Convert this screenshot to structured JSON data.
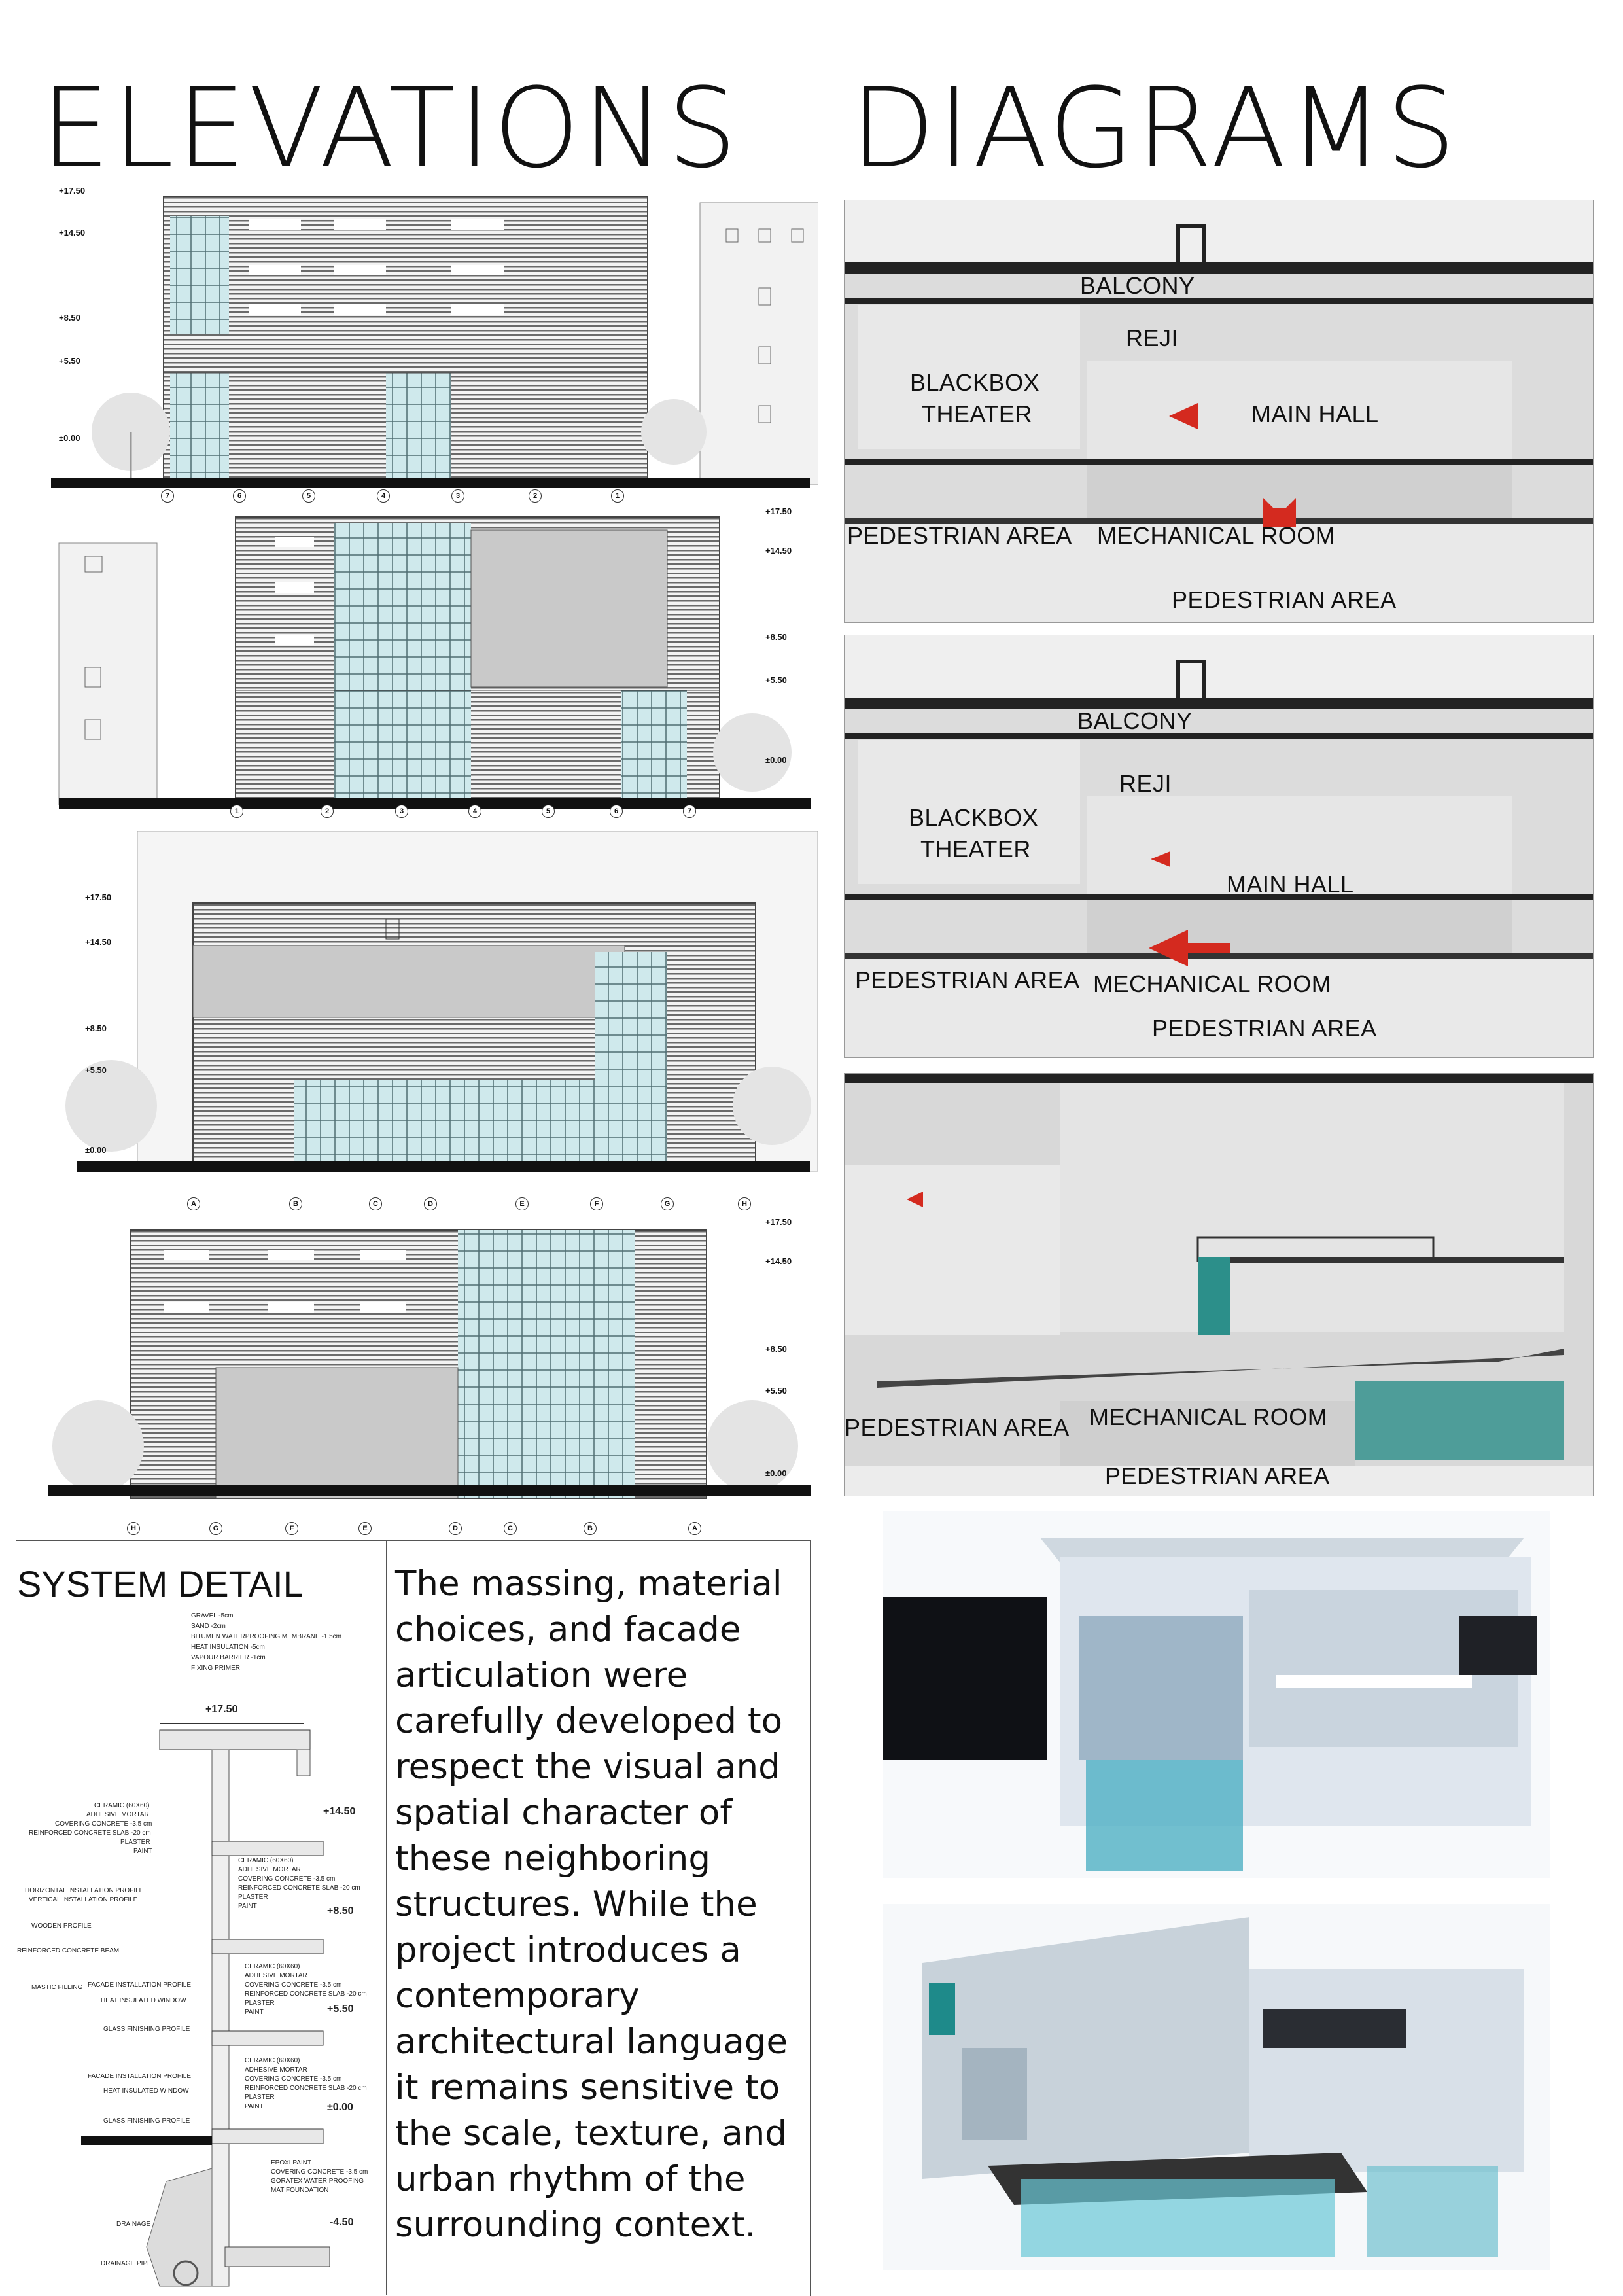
{
  "titles": {
    "elevations": "ELEVATIONS",
    "diagrams": "DIAGRAMS"
  },
  "elevation1": {
    "levels": [
      "+17.50",
      "+14.50",
      "+8.50",
      "+5.50",
      "±0.00"
    ],
    "grid": [
      "7",
      "6",
      "5",
      "4",
      "3",
      "2",
      "1"
    ]
  },
  "elevation2": {
    "levels": [
      "+17.50",
      "+14.50",
      "+8.50",
      "+5.50",
      "±0.00"
    ],
    "grid": [
      "1",
      "2",
      "3",
      "4",
      "5",
      "6",
      "7"
    ]
  },
  "elevation3": {
    "levels": [
      "+17.50",
      "+14.50",
      "+8.50",
      "+5.50",
      "±0.00"
    ],
    "grid": [
      "A",
      "B",
      "C",
      "D",
      "E",
      "F",
      "G",
      "H"
    ]
  },
  "elevation4": {
    "levels": [
      "+17.50",
      "+14.50",
      "+8.50",
      "+5.50",
      "±0.00"
    ],
    "grid": [
      "H",
      "G",
      "F",
      "E",
      "D",
      "C",
      "B",
      "A"
    ]
  },
  "diagram1": {
    "balcony": "BALCONY",
    "reji": "REJI",
    "blackbox1": "BLACKBOX",
    "blackbox2": "THEATER",
    "main_hall": "MAIN HALL",
    "pedestrian1": "PEDESTRIAN AREA",
    "mechanical": "MECHANICAL ROOM",
    "pedestrian2": "PEDESTRIAN AREA"
  },
  "diagram2": {
    "balcony": "BALCONY",
    "reji": "REJI",
    "blackbox1": "BLACKBOX",
    "blackbox2": "THEATER",
    "main_hall": "MAIN HALL",
    "pedestrian1": "PEDESTRIAN AREA",
    "mechanical": "MECHANICAL ROOM",
    "pedestrian2": "PEDESTRIAN AREA"
  },
  "diagram3": {
    "pedestrian1": "PEDESTRIAN AREA",
    "mechanical": "MECHANICAL ROOM",
    "pedestrian2": "PEDESTRIAN AREA"
  },
  "system_detail": {
    "title": "SYSTEM DETAIL",
    "levels": [
      "+17.50",
      "+14.50",
      "+8.50",
      "+5.50",
      "±0.00",
      "-4.50"
    ],
    "roof_layers": [
      "GRAVEL -5cm",
      "SAND -2cm",
      "BITUMEN WATERPROOFING MEMBRANE -1.5cm",
      "HEAT INSULATION -5cm",
      "VAPOUR BARRIER -1cm",
      "FIXING PRIMER"
    ],
    "floor_layers_a": [
      "CERAMIC (60X60)",
      "ADHESIVE MORTAR",
      "COVERING CONCRETE -3.5 cm",
      "REINFORCED CONCRETE SLAB -20 cm",
      "PLASTER",
      "PAINT"
    ],
    "floor_layers_b": [
      "CERAMIC (60X60)",
      "ADHESIVE MORTAR",
      "COVERING CONCRETE -3.5 cm",
      "REINFORCED CONCRETE SLAB -20 cm",
      "PLASTER",
      "PAINT"
    ],
    "floor_layers_c": [
      "CERAMIC (60X60)",
      "ADHESIVE MORTAR",
      "COVERING CONCRETE -3.5 cm",
      "REINFORCED CONCRETE SLAB -20 cm",
      "PLASTER",
      "PAINT"
    ],
    "floor_layers_d": [
      "CERAMIC (60X60)",
      "ADHESIVE MORTAR",
      "COVERING CONCRETE -3.5 cm",
      "REINFORCED CONCRETE SLAB -20 cm",
      "PLASTER",
      "PAINT"
    ],
    "foundation_layers": [
      "EPOXI PAINT",
      "COVERING CONCRETE -3.5 cm",
      "GORATEX WATER PROOFING",
      "MAT FOUNDATION"
    ],
    "left_notes": [
      "HORIZONTAL INSTALLATION PROFILE",
      "VERTICAL INSTALLATION PROFILE",
      "WOODEN PROFILE",
      "REINFORCED CONCRETE BEAM",
      "MASTIC FILLING",
      "FACADE INSTALLATION PROFILE",
      "HEAT INSULATED WINDOW",
      "GLASS FINISHING PROFILE",
      "FACADE INSTALLATION PROFILE",
      "HEAT INSULATED WINDOW",
      "GLASS FINISHING PROFILE",
      "DRAINAGE",
      "DRAINAGE PIPE"
    ]
  },
  "paragraph": [
    "The massing, material",
    "choices, and facade",
    "articulation were",
    "carefully developed to",
    "respect the visual and",
    "spatial character of",
    "these neighboring",
    "structures. While the",
    "project introduces a",
    "contemporary",
    "architectural language",
    "it remains sensitive to",
    "the scale, texture, and",
    "urban rhythm of the",
    "surrounding context."
  ]
}
